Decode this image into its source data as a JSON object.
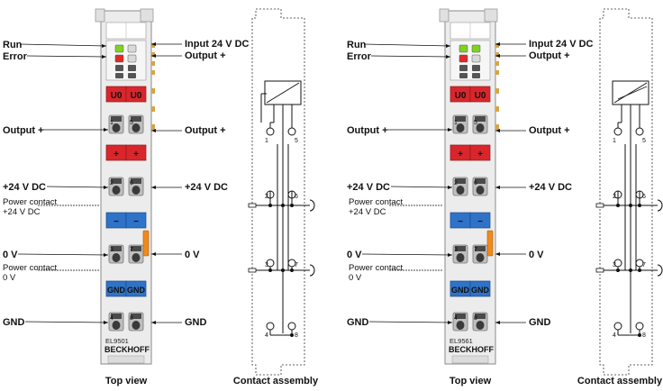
{
  "modules": [
    {
      "model": "EL9501",
      "brand": "BECKHOFF",
      "top_view_caption": "Top view",
      "assembly_caption": "Contact assembly",
      "led_on": [
        true,
        false,
        false,
        false
      ],
      "pin_labels": [
        "1",
        "5",
        "2",
        "6",
        "3",
        "7",
        "4",
        "8"
      ]
    },
    {
      "model": "EL9561",
      "brand": "BECKHOFF",
      "top_view_caption": "Top view",
      "assembly_caption": "Contact assembly",
      "led_on": [
        true,
        true,
        false,
        false
      ],
      "pin_labels": [
        "1",
        "5",
        "2",
        "6",
        "3",
        "7",
        "4",
        "8"
      ]
    }
  ],
  "labels": {
    "run": "Run",
    "error": "Error",
    "input_24v": "Input 24 V DC",
    "output_plus": "Output +",
    "plus_24v": "+24 V DC",
    "power_contact_24v_line1": "Power contact",
    "power_contact_24v_line2": "+24 V DC",
    "zero_v": "0 V",
    "power_contact_0v_line1": "Power contact",
    "power_contact_0v_line2": "0 V",
    "gnd": "GND"
  },
  "pads": {
    "u0": "U0",
    "plus": "+",
    "minus": "−",
    "gnd": "GND"
  },
  "colors": {
    "red_pad": "#d9262c",
    "blue_pad": "#2f73c9",
    "orange_tab": "#f08a1c",
    "led_green": "#7ed321",
    "led_red": "#e02a2a",
    "housing": "#e9e9e9"
  }
}
